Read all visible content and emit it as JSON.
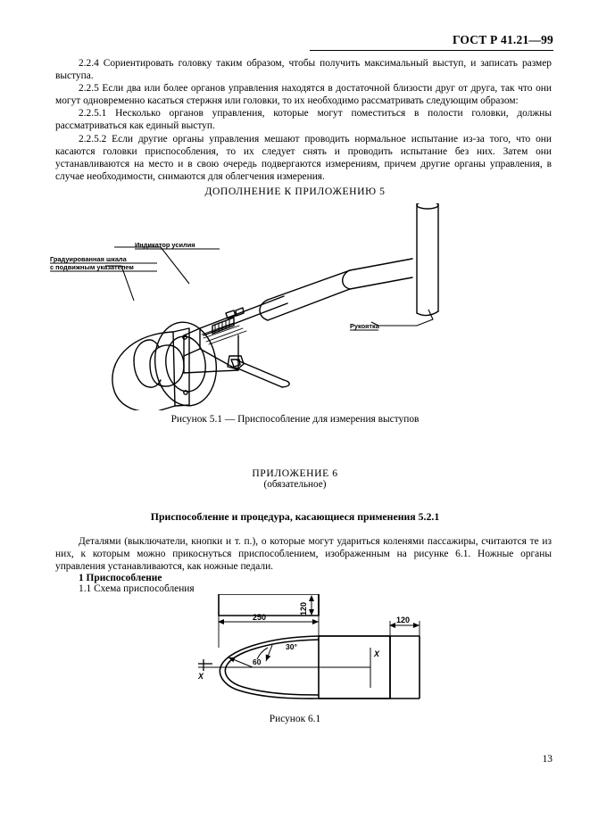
{
  "header": {
    "standard_title": "ГОСТ Р 41.21—99"
  },
  "paragraphs": [
    {
      "id": "p-2-2-4",
      "text": "2.2.4  Сориентировать головку таким образом, чтобы получить максимальный выступ, и записать размер выступа."
    },
    {
      "id": "p-2-2-5",
      "text": "2.2.5  Если два или более органов управления находятся в достаточной близости друг от друга, так что они могут одновременно касаться стержня или головки, то их необходимо рассматривать следующим образом:"
    },
    {
      "id": "p-2-2-5-1",
      "text": "2.2.5.1  Несколько органов управления, которые могут поместиться в полости головки, должны рассматриваться как единый выступ."
    },
    {
      "id": "p-2-2-5-2",
      "text": "2.2.5.2  Если другие органы управления мешают проводить нормальное испытание из-за того, что они касаются головки приспособления, то их следует снять и проводить испытание без них. Затем они устанавливаются на место и в свою очередь подвергаются измерениям, причем другие органы управления, в случае необходимости, снимаются для облегчения измерения."
    }
  ],
  "annex5": {
    "title": "ДОПОЛНЕНИЕ К ПРИЛОЖЕНИЮ 5",
    "figure": {
      "caption": "Рисунок 5.1 — Приспособление для измерения выступов",
      "labels": {
        "scale": "Градуированная шкала\nс подвижным указателем",
        "scale_line1": "Градуированная шкала",
        "scale_line2": "с подвижным указателем",
        "force_indicator": "Индикатор усилия",
        "handle": "Рукоятка"
      }
    }
  },
  "annex6": {
    "title": "ПРИЛОЖЕНИЕ 6",
    "subtitle": "(обязательное)",
    "heading": "Приспособление и процедура, касающиеся применения 5.2.1",
    "intro": "Деталями (выключатели, кнопки и т. п.), о которые могут удариться коленями пассажиры, считаются те из них, к которым можно прикоснуться приспособлением, изображенным на рисунке 6.1. Ножные органы управления устанавливаются, как ножные педали.",
    "section_1": "1  Приспособление",
    "section_1_1": "1.1  Схема приспособления",
    "figure": {
      "caption": "Рисунок 6.1",
      "dimensions": {
        "width_250": "250",
        "height_120": "120",
        "right_120": "120",
        "radius_60": "60",
        "angle_30": "30°",
        "axis_left": "X",
        "axis_right": "X"
      }
    }
  },
  "footer": {
    "page_number": "13"
  }
}
